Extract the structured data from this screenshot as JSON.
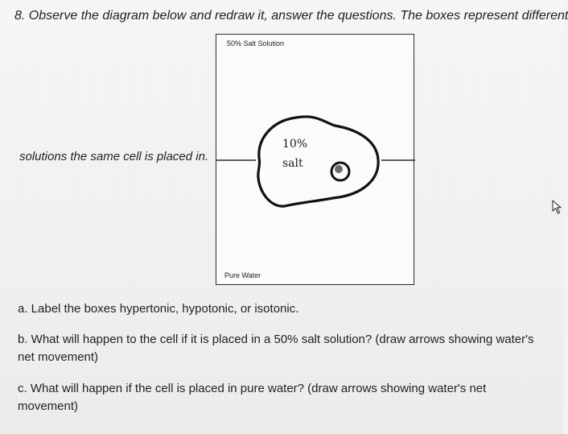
{
  "question": {
    "heading": "8. Observe the diagram below and redraw it, answer the questions. The boxes represent different",
    "continuation": "solutions the same cell is placed in."
  },
  "diagram": {
    "top_label": "50% Salt Solution",
    "bottom_label": "Pure Water",
    "cell_percent": "10%",
    "cell_word": "salt"
  },
  "answers": {
    "a": "a. Label the boxes hypertonic, hypotonic, or isotonic.",
    "b": "b. What will happen to the cell if it is placed in a 50% salt solution? (draw arrows showing water's net movement)",
    "c": "c. What will happen if the cell is placed in pure water? (draw arrows showing water's net movement)"
  },
  "icons": {
    "cursor": "mouse-cursor-icon",
    "nucleus": "nucleus-icon"
  }
}
